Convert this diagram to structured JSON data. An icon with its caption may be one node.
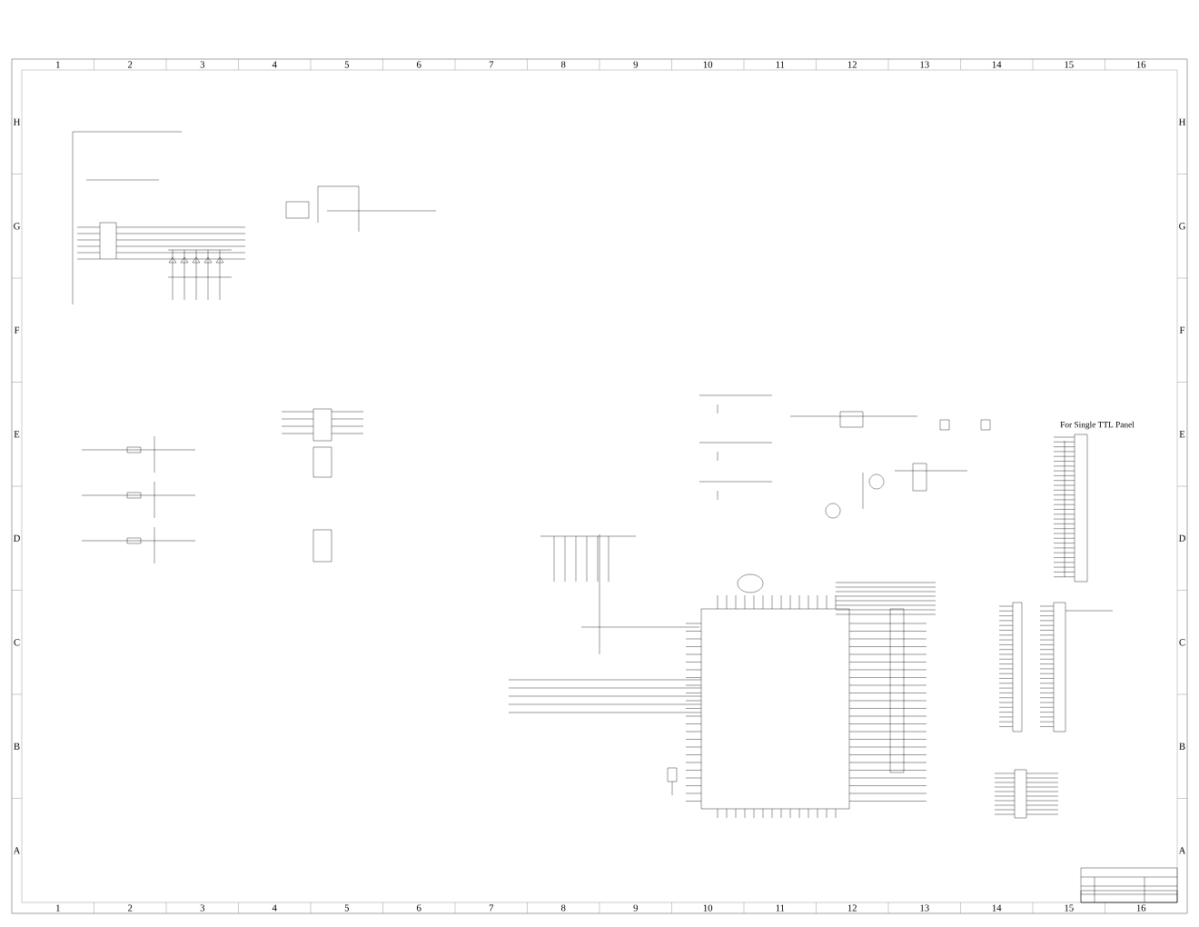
{
  "diagram": {
    "labels": [
      "1",
      "2",
      "3",
      "4",
      "5",
      "6",
      "7",
      "8",
      "9",
      "10",
      "11",
      "12",
      "13",
      "14",
      "15",
      "16",
      "H",
      "G",
      "F",
      "E",
      "D",
      "C",
      "B",
      "A",
      "For Single TTL Panel",
      "1",
      "2",
      "3",
      "4",
      "5",
      "6",
      "7",
      "8",
      "9",
      "10",
      "11",
      "12",
      "13",
      "14",
      "15",
      "16",
      "H",
      "G",
      "F",
      "E",
      "D",
      "C",
      "B",
      "A"
    ]
  }
}
